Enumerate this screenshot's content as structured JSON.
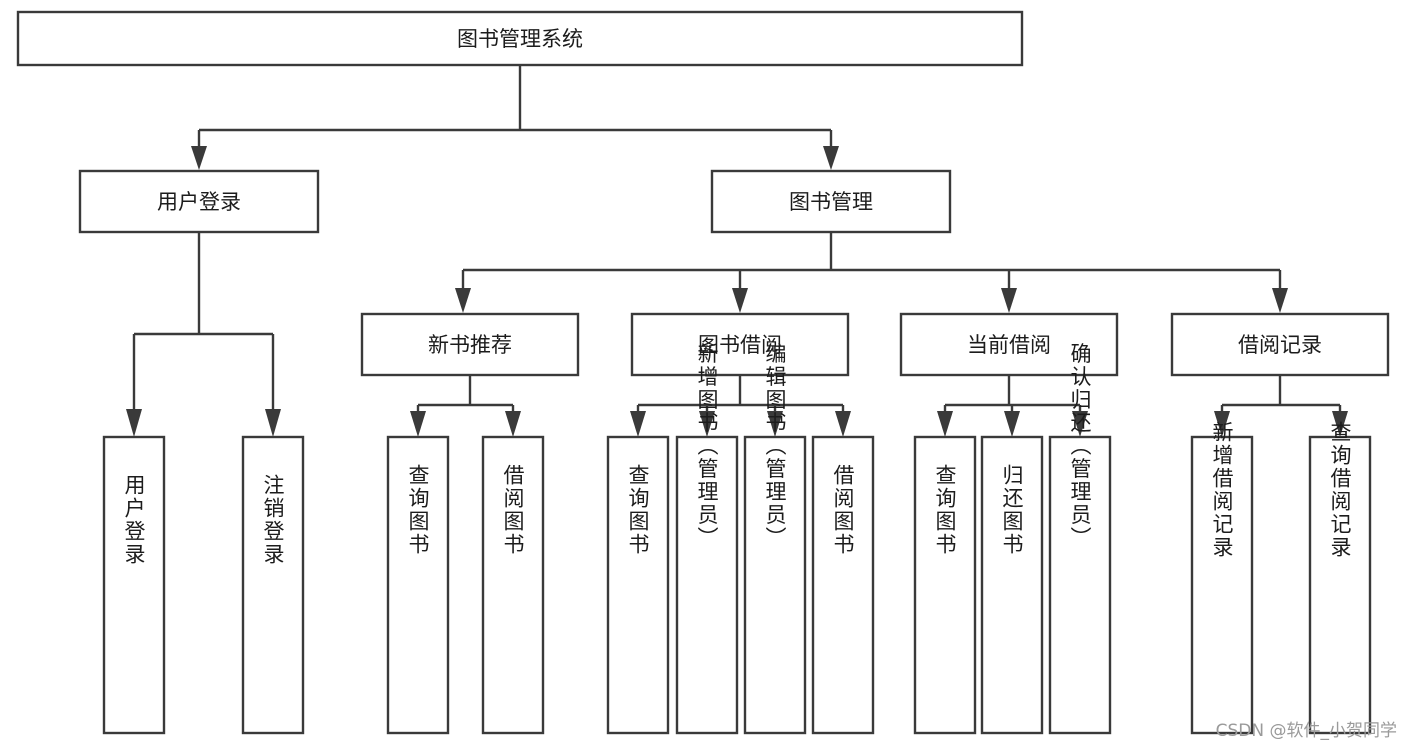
{
  "diagram": {
    "type": "tree",
    "title": "图书管理系统",
    "orientation": "top-down",
    "watermark": "CSDN @软件_小贺同学",
    "colors": {
      "stroke": "#3a3a3a",
      "fill": "#ffffff",
      "text": "#1c1c1c",
      "watermark": "#9a9a9a"
    },
    "levels": {
      "root": {
        "label": "图书管理系统"
      },
      "level2": [
        {
          "label": "用户登录"
        },
        {
          "label": "图书管理"
        }
      ],
      "level3": [
        {
          "label": "新书推荐"
        },
        {
          "label": "图书借阅"
        },
        {
          "label": "当前借阅"
        },
        {
          "label": "借阅记录"
        }
      ],
      "leaves": {
        "user_login": [
          {
            "label": "用户登录"
          },
          {
            "label": "注销登录"
          }
        ],
        "new_book": [
          {
            "label": "查询图书"
          },
          {
            "label": "借阅图书"
          }
        ],
        "book_borrow": [
          {
            "label": "查询图书"
          },
          {
            "label": "新增图书（管理员）"
          },
          {
            "label": "编辑图书（管理员）"
          },
          {
            "label": "借阅图书"
          }
        ],
        "current_borrow": [
          {
            "label": "查询图书"
          },
          {
            "label": "归还图书"
          },
          {
            "label": "确认归还（管理员）"
          }
        ],
        "borrow_record": [
          {
            "label": "新增借阅记录"
          },
          {
            "label": "查询借阅记录"
          }
        ]
      }
    }
  }
}
